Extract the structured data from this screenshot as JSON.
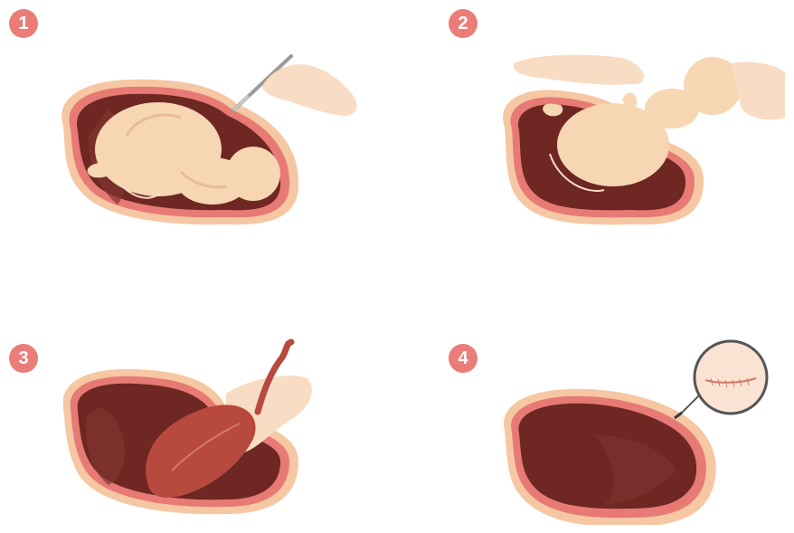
{
  "steps": [
    {
      "number": "1"
    },
    {
      "number": "2"
    },
    {
      "number": "3"
    },
    {
      "number": "4"
    }
  ],
  "colors": {
    "badge": "#ea7d78",
    "skin_outer": "#f6c7a3",
    "uterus_wall": "#e77a74",
    "cavity": "#6e2723",
    "cavity_light": "#823430",
    "baby": "#f7d6b3",
    "baby_shadow": "#e9bc93",
    "hand": "#f9dcc4",
    "placenta": "#b7493e",
    "suture": "#d07a6a"
  },
  "icons": [
    "scalpel-icon",
    "hand-icon",
    "magnifier-icon"
  ]
}
